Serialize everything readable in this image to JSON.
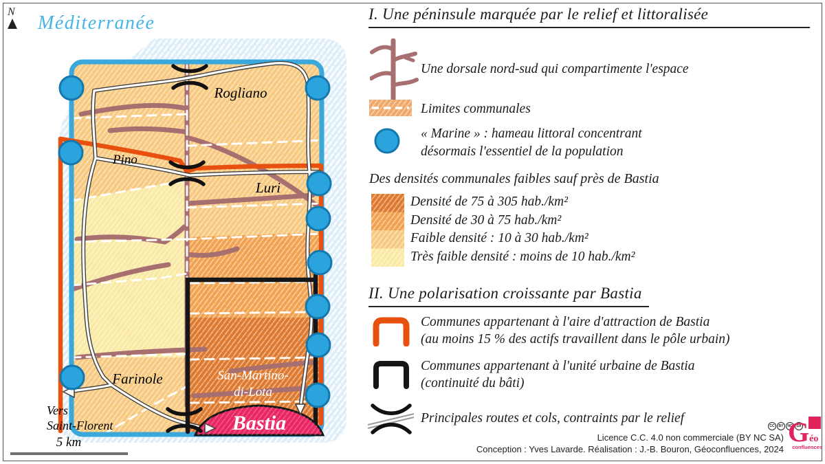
{
  "map": {
    "sea_label": "Méditerranée",
    "north_label": "N",
    "scale_label": "5 km",
    "places": {
      "rogliano": "Rogliano",
      "pino": "Pino",
      "luri": "Luri",
      "farinole": "Farinole",
      "san_martino_1": "San-Martino-",
      "san_martino_2": "di-Lota",
      "bastia": "Bastia",
      "vers_1": "Vers",
      "vers_2": "Saint-Florent"
    }
  },
  "legend": {
    "section1": {
      "title": "I. Une péninsule marquée par le relief et littoralisée",
      "dorsale_label": "Une dorsale nord-sud qui compartimente l'espace",
      "limites_label": "Limites communales",
      "marine_label_1": "« Marine » : hameau littoral concentrant",
      "marine_label_2": "désormais l'essentiel de la population",
      "density_heading": "Des densités communales faibles sauf près de Bastia",
      "density_classes": [
        {
          "label": "Densité de 75 à 305 hab./km²",
          "color": "#de7a2e"
        },
        {
          "label": "Densité de 30 à 75 hab./km²",
          "color": "#f2a24f"
        },
        {
          "label": "Faible densité : 10 à 30 hab./km²",
          "color": "#f8ca80"
        },
        {
          "label": "Très faible densité : moins de 10 hab./km²",
          "color": "#fae9a3"
        }
      ]
    },
    "section2": {
      "title": "II. Une polarisation croissante par Bastia",
      "aire_label_1": "Communes appartenant à l'aire d'attraction de Bastia",
      "aire_label_2": "(au moins 15 % des actifs travaillent dans le pôle urbain)",
      "unite_label_1": "Communes appartenant à l'unité urbaine de Bastia",
      "unite_label_2": "(continuité du bâti)",
      "routes_label": "Principales routes et cols, contraints par le relief"
    }
  },
  "footer": {
    "license": "Licence C.C. 4.0 non commerciale (BY NC SA)",
    "credits": "Conception : Yves Lavarde. Réalisation : J.-B. Bouron, Géoconfluences, 2024",
    "cc_badges": [
      "CC",
      "BY",
      "NC",
      "SA"
    ],
    "logo_name": "Géo",
    "logo_sub": "confluences"
  },
  "colors": {
    "sea": "#ddeef9",
    "coast": "#3ba8dc",
    "marine_fill": "#2ba3dc",
    "marine_stroke": "#1478ad",
    "ridge": "#a76f6f",
    "aire_orange": "#e8500f",
    "unite_black": "#161616",
    "bastia_pink": "#e92563",
    "limites_swatch": "#efa868",
    "mediterranee_blue": "#45b4e6"
  }
}
